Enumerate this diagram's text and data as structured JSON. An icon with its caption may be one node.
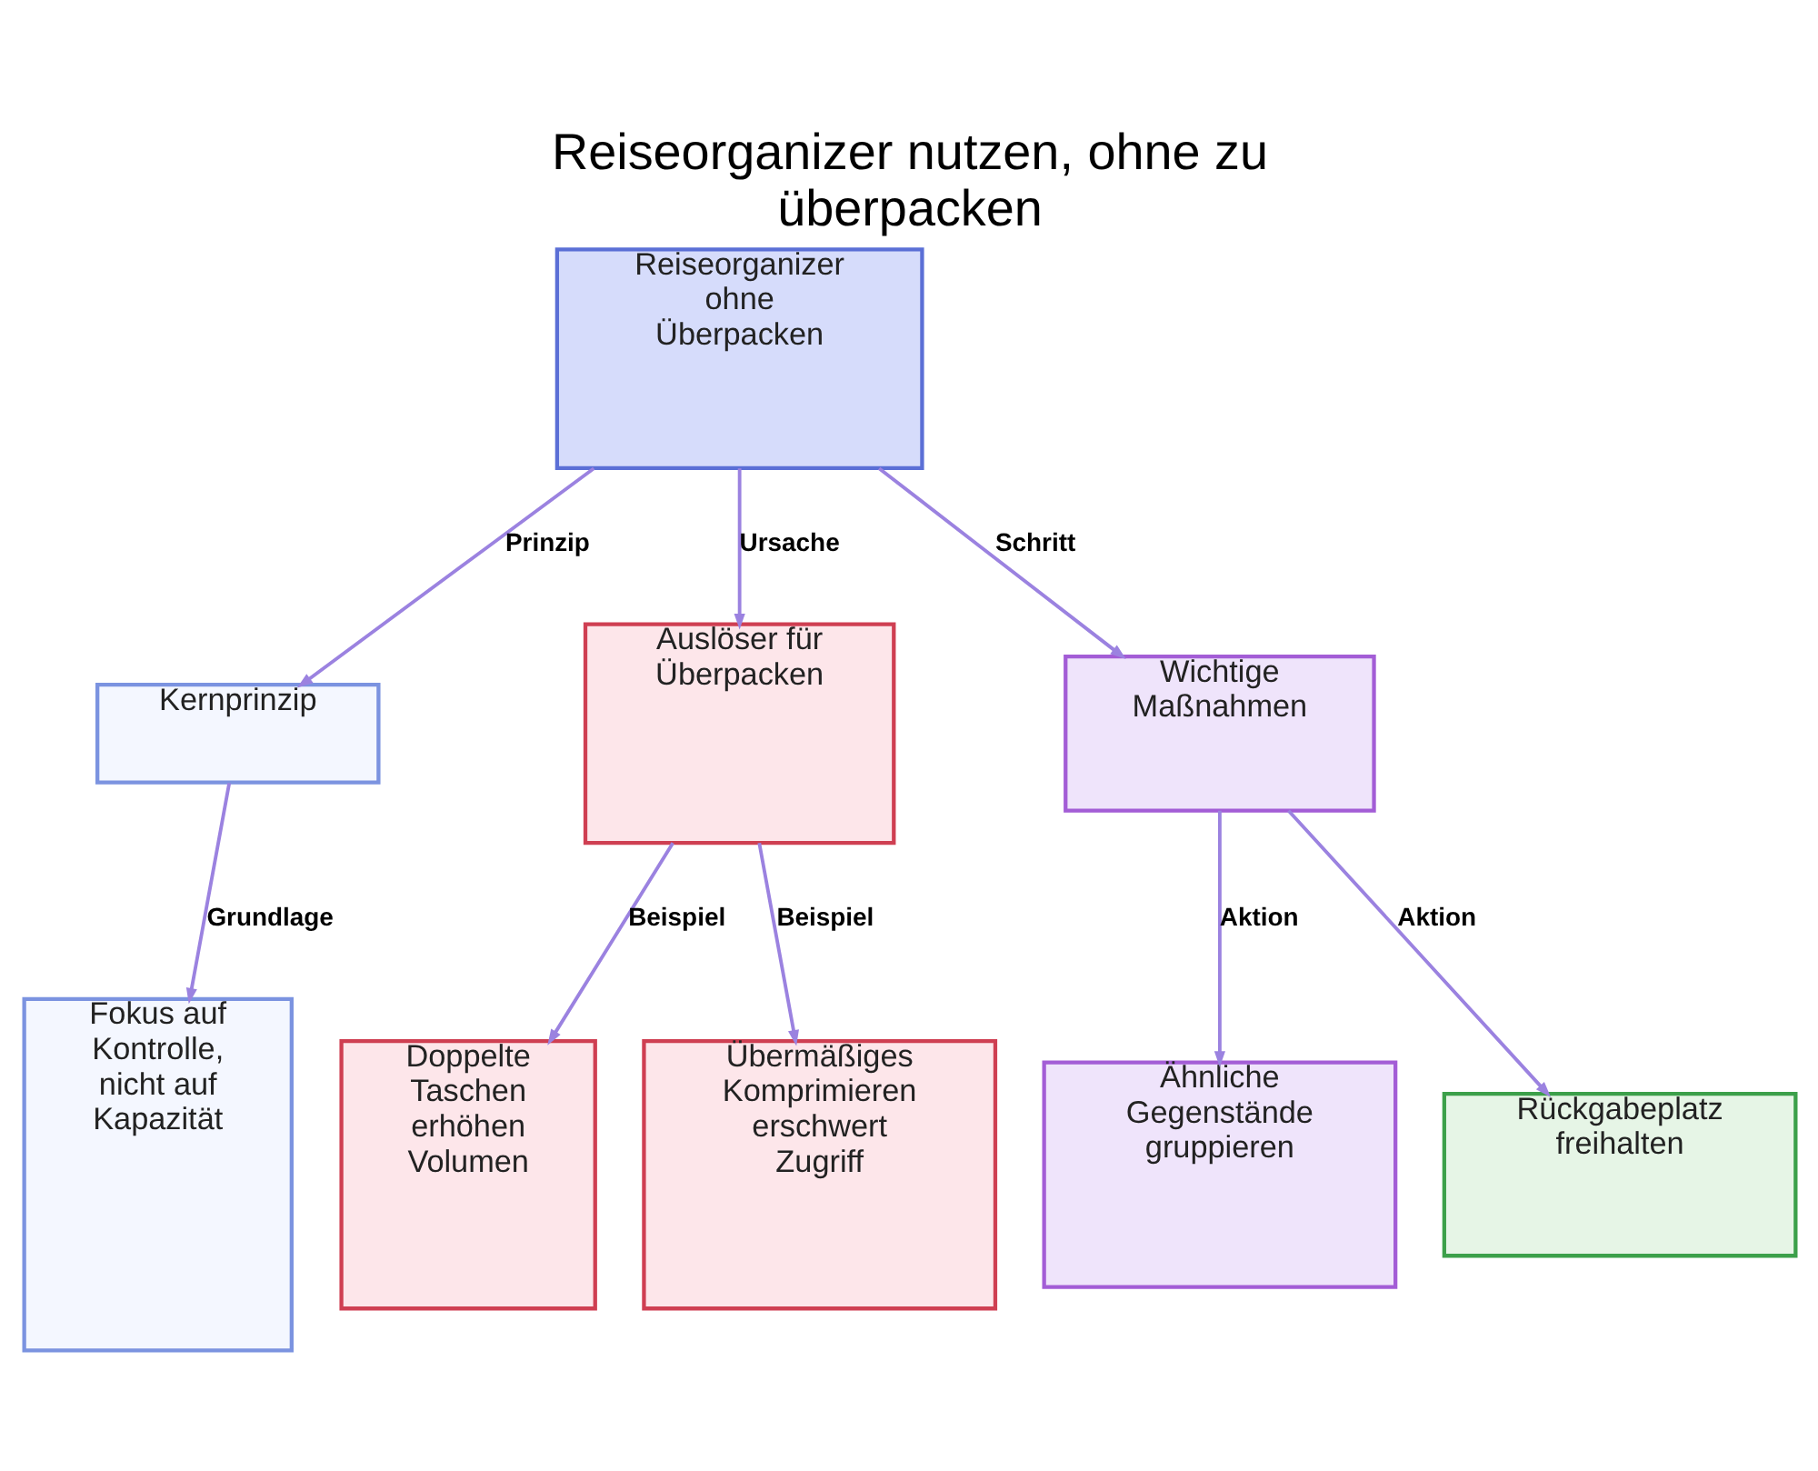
{
  "diagram": {
    "title": "Reiseorganizer nutzen, ohne zu überpacken",
    "nodes": [
      {
        "text": [
          "Reiseorganizer ohne Überpacken"
        ]
      },
      {
        "text": [
          "Kernprinzip"
        ]
      },
      {
        "text": [
          "Auslöser für Überpacken"
        ]
      },
      {
        "text": [
          "Wichtige Maßnahmen"
        ]
      },
      {
        "text": [
          "Fokus auf Kontrolle, nicht auf Kapazität"
        ]
      },
      {
        "text": [
          "Doppelte Taschen erhöhen Volumen"
        ]
      },
      {
        "text": [
          "Übermäßiges Komprimieren erschwert Zugriff"
        ]
      },
      {
        "text": [
          "Ähnliche Gegenstände gruppieren"
        ]
      },
      {
        "text": [
          "Rückgabeplatz freihalten"
        ]
      }
    ],
    "edges": [
      {
        "from": 0,
        "to": 1,
        "arrow": "to",
        "label": "Prinzip"
      },
      {
        "from": 0,
        "to": 2,
        "arrow": "to",
        "label": "Ursache"
      },
      {
        "from": 0,
        "to": 3,
        "arrow": "to",
        "label": "Schritt"
      },
      {
        "from": 1,
        "to": 4,
        "arrow": "to",
        "label": "Grundlage"
      },
      {
        "from": 2,
        "to": 5,
        "arrow": "to",
        "label": "Beispiel"
      },
      {
        "from": 2,
        "to": 6,
        "arrow": "to",
        "label": "Beispiel"
      },
      {
        "from": 3,
        "to": 7,
        "arrow": "to",
        "label": "Aktion"
      },
      {
        "from": 3,
        "to": 8,
        "arrow": "to",
        "label": "Aktion"
      }
    ]
  }
}
